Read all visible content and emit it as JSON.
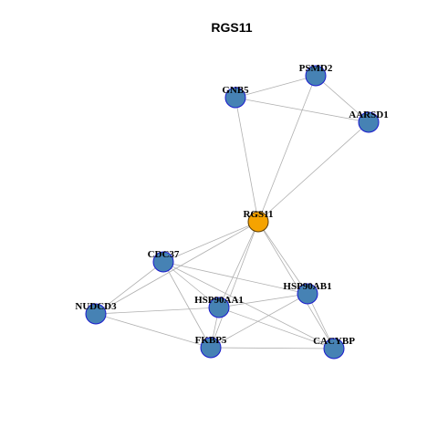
{
  "title": "RGS11",
  "colors": {
    "hub_fill": "#f5a300",
    "hub_stroke": "#5a3a00",
    "node_fill": "#4682b4",
    "node_stroke": "#1a1acd",
    "edge": "#b0b0b0"
  },
  "nodes": [
    {
      "id": "PSMD2",
      "label": "PSMD2",
      "hub": false
    },
    {
      "id": "GNB5",
      "label": "GNB5",
      "hub": false
    },
    {
      "id": "AARSD1",
      "label": "AARSD1",
      "hub": false
    },
    {
      "id": "RGS11",
      "label": "RGS11",
      "hub": true
    },
    {
      "id": "CDC37",
      "label": "CDC37",
      "hub": false
    },
    {
      "id": "HSP90AB1",
      "label": "HSP90AB1",
      "hub": false
    },
    {
      "id": "NUDCD3",
      "label": "NUDCD3",
      "hub": false
    },
    {
      "id": "HSP90AA1",
      "label": "HSP90AA1",
      "hub": false
    },
    {
      "id": "FKBP5",
      "label": "FKBP5",
      "hub": false
    },
    {
      "id": "CACYBP",
      "label": "CACYBP",
      "hub": false
    }
  ],
  "edges": [
    [
      "PSMD2",
      "GNB5"
    ],
    [
      "PSMD2",
      "AARSD1"
    ],
    [
      "PSMD2",
      "RGS11"
    ],
    [
      "GNB5",
      "AARSD1"
    ],
    [
      "GNB5",
      "RGS11"
    ],
    [
      "AARSD1",
      "RGS11"
    ],
    [
      "RGS11",
      "CDC37"
    ],
    [
      "RGS11",
      "HSP90AB1"
    ],
    [
      "RGS11",
      "HSP90AA1"
    ],
    [
      "RGS11",
      "FKBP5"
    ],
    [
      "RGS11",
      "CACYBP"
    ],
    [
      "RGS11",
      "NUDCD3"
    ],
    [
      "CDC37",
      "HSP90AB1"
    ],
    [
      "CDC37",
      "HSP90AA1"
    ],
    [
      "CDC37",
      "FKBP5"
    ],
    [
      "CDC37",
      "CACYBP"
    ],
    [
      "CDC37",
      "NUDCD3"
    ],
    [
      "HSP90AB1",
      "HSP90AA1"
    ],
    [
      "HSP90AB1",
      "FKBP5"
    ],
    [
      "HSP90AB1",
      "CACYBP"
    ],
    [
      "NUDCD3",
      "HSP90AA1"
    ],
    [
      "NUDCD3",
      "FKBP5"
    ],
    [
      "HSP90AA1",
      "FKBP5"
    ],
    [
      "HSP90AA1",
      "CACYBP"
    ],
    [
      "FKBP5",
      "CACYBP"
    ]
  ]
}
